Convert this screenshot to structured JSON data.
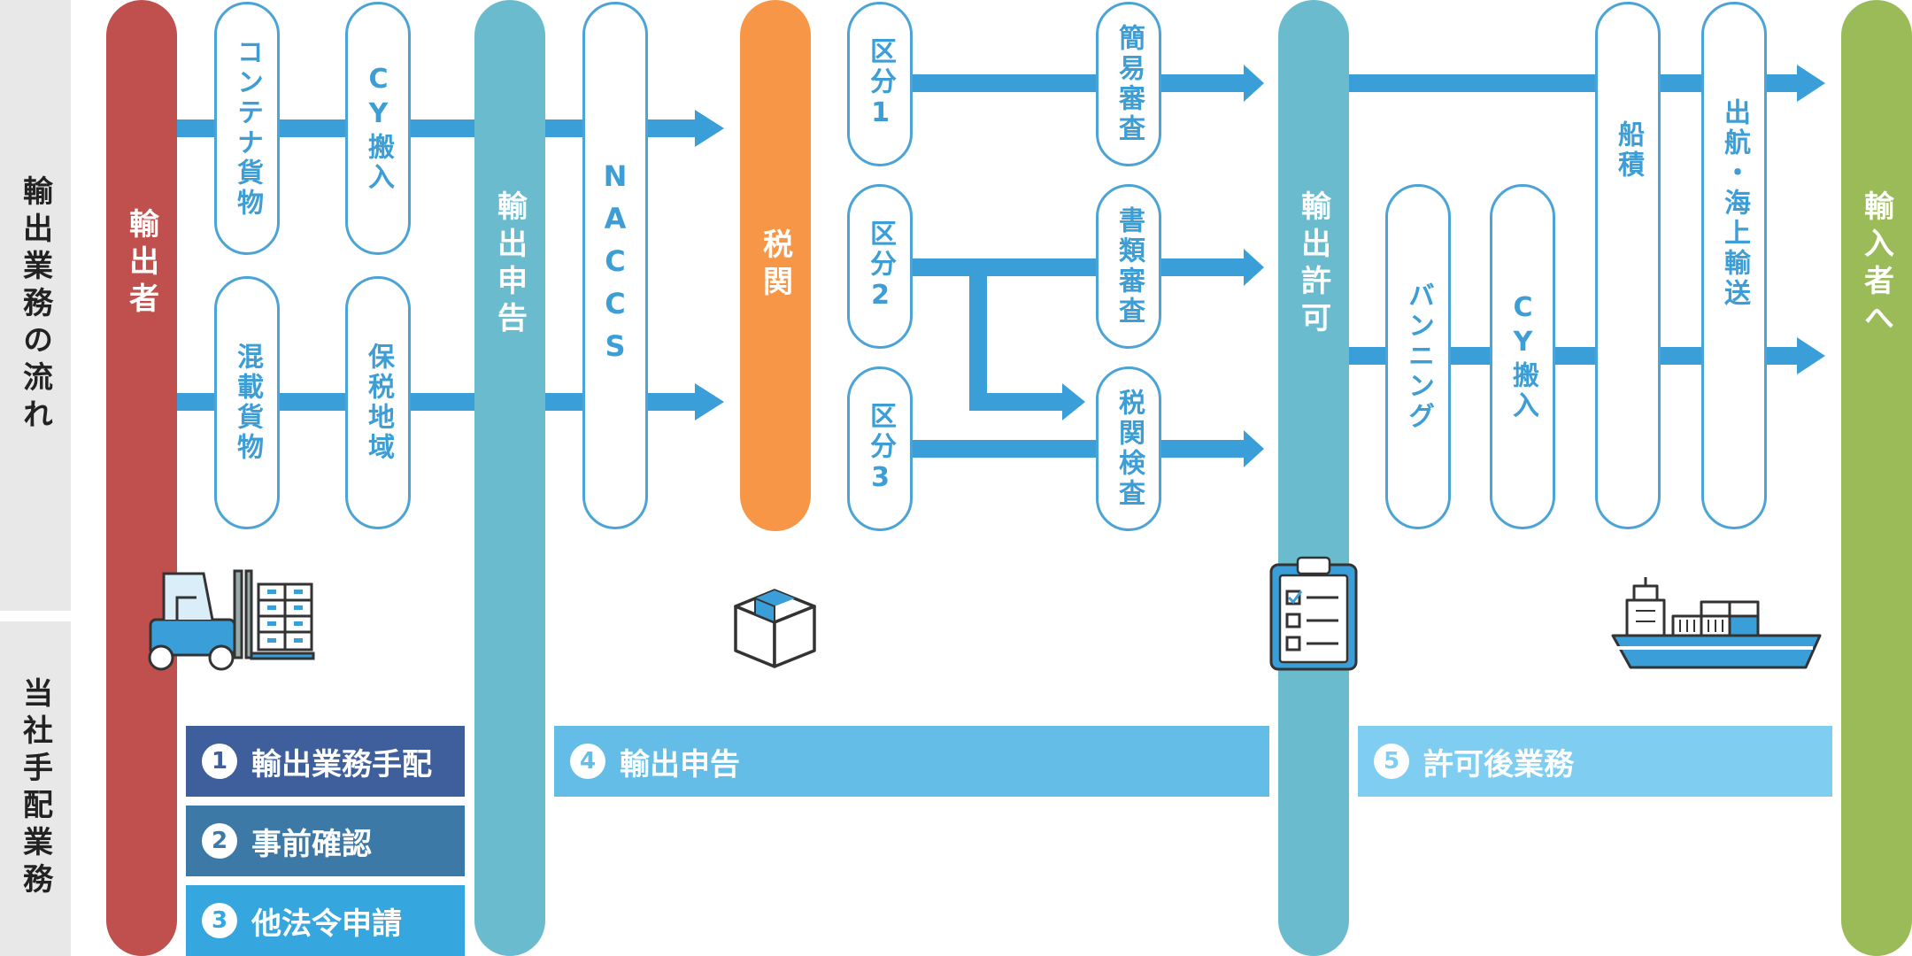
{
  "side_labels": {
    "top": "輸出業務の流れ",
    "bottom": "当社手配業務"
  },
  "bars": {
    "exporter": "輸出者",
    "declaration": "輸出申告",
    "customs": "税関",
    "permit": "輸出許可",
    "importer": "輸入者へ"
  },
  "pills": {
    "container_cargo": "コンテナ貨物",
    "cy_in_1": "CY搬入",
    "mixed_cargo": "混載貨物",
    "bonded_area": "保税地域",
    "naccs": "NACCS",
    "cat1": "区分1",
    "cat2": "区分2",
    "cat3": "区分3",
    "simple_review": "簡易審査",
    "doc_review": "書類審査",
    "customs_inspection": "税関検査",
    "vanning": "バンニング",
    "cy_in_2": "CY搬入",
    "loading": "船積",
    "departure": "出航・海上輸送"
  },
  "tasks": [
    {
      "num": "1",
      "label": "輸出業務手配",
      "color": "#3f5f9c"
    },
    {
      "num": "2",
      "label": "事前確認",
      "color": "#3d79a6"
    },
    {
      "num": "3",
      "label": "他法令申請",
      "color": "#36a6de"
    },
    {
      "num": "4",
      "label": "輸出申告",
      "color": "#63bde6"
    },
    {
      "num": "5",
      "label": "許可後業務",
      "color": "#7fcdf0"
    }
  ],
  "icons": {
    "forklift": "forklift-icon",
    "box": "box-icon",
    "clipboard": "clipboard-icon",
    "ship": "ship-icon"
  },
  "colors": {
    "exporter_bar": "#c0504d",
    "declaration_bar": "#6bbbcf",
    "customs_bar": "#f79646",
    "permit_bar": "#6bbbcf",
    "importer_bar": "#9bbb59",
    "arrow": "#3a9fd9",
    "pill_border": "#4ba3d6"
  }
}
